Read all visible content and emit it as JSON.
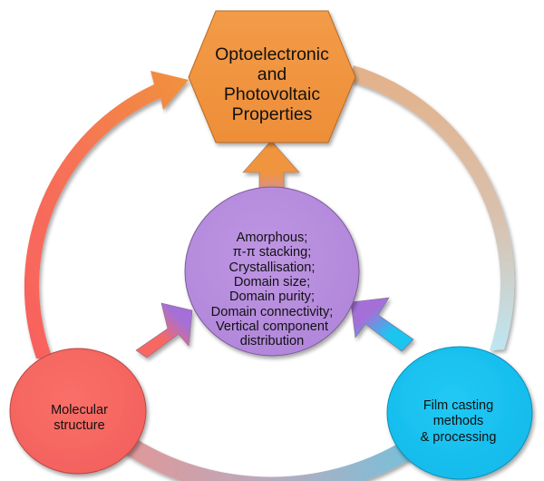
{
  "diagram": {
    "title": "Structure-processing-morphology-property relationship cycle",
    "nodes": {
      "properties": {
        "shape": "hexagon",
        "lines": [
          "Optoelectronic",
          "and",
          "Photovoltaic",
          "Properties"
        ],
        "color": "#F0943E"
      },
      "morphology": {
        "shape": "circle",
        "lines": [
          "Amorphous;",
          "π-π stacking;",
          "Crystallisation;",
          "Domain size;",
          "Domain purity;",
          "Domain connectivity;",
          "Vertical component",
          "distribution"
        ],
        "color": "#B98DDE"
      },
      "molecular_structure": {
        "shape": "circle",
        "lines": [
          "Molecular",
          "structure"
        ],
        "color": "#F86862"
      },
      "film_casting": {
        "shape": "circle",
        "lines": [
          "Film casting",
          "methods",
          "& processing"
        ],
        "color": "#1EC4F0"
      }
    },
    "arrows": [
      {
        "from": "molecular_structure",
        "to": "properties",
        "type": "ring-arc",
        "colors": [
          "#F8605E",
          "#F0923C"
        ]
      },
      {
        "from": "properties",
        "to": "film_casting",
        "type": "ring-arc",
        "colors": [
          "#E3B590",
          "#C4E6F0"
        ]
      },
      {
        "from": "molecular_structure",
        "to": "film_casting",
        "type": "ring-arc",
        "colors": [
          "#E49594",
          "#6CC3DE"
        ]
      },
      {
        "from": "morphology",
        "to": "properties",
        "type": "block-arrow",
        "colors": [
          "#B98DDE",
          "#F0943E"
        ]
      },
      {
        "from": "molecular_structure",
        "to": "morphology",
        "type": "block-arrow",
        "colors": [
          "#F86862",
          "#A470D8"
        ]
      },
      {
        "from": "film_casting",
        "to": "morphology",
        "type": "block-arrow",
        "colors": [
          "#1EC4F0",
          "#A470D8"
        ]
      }
    ]
  }
}
